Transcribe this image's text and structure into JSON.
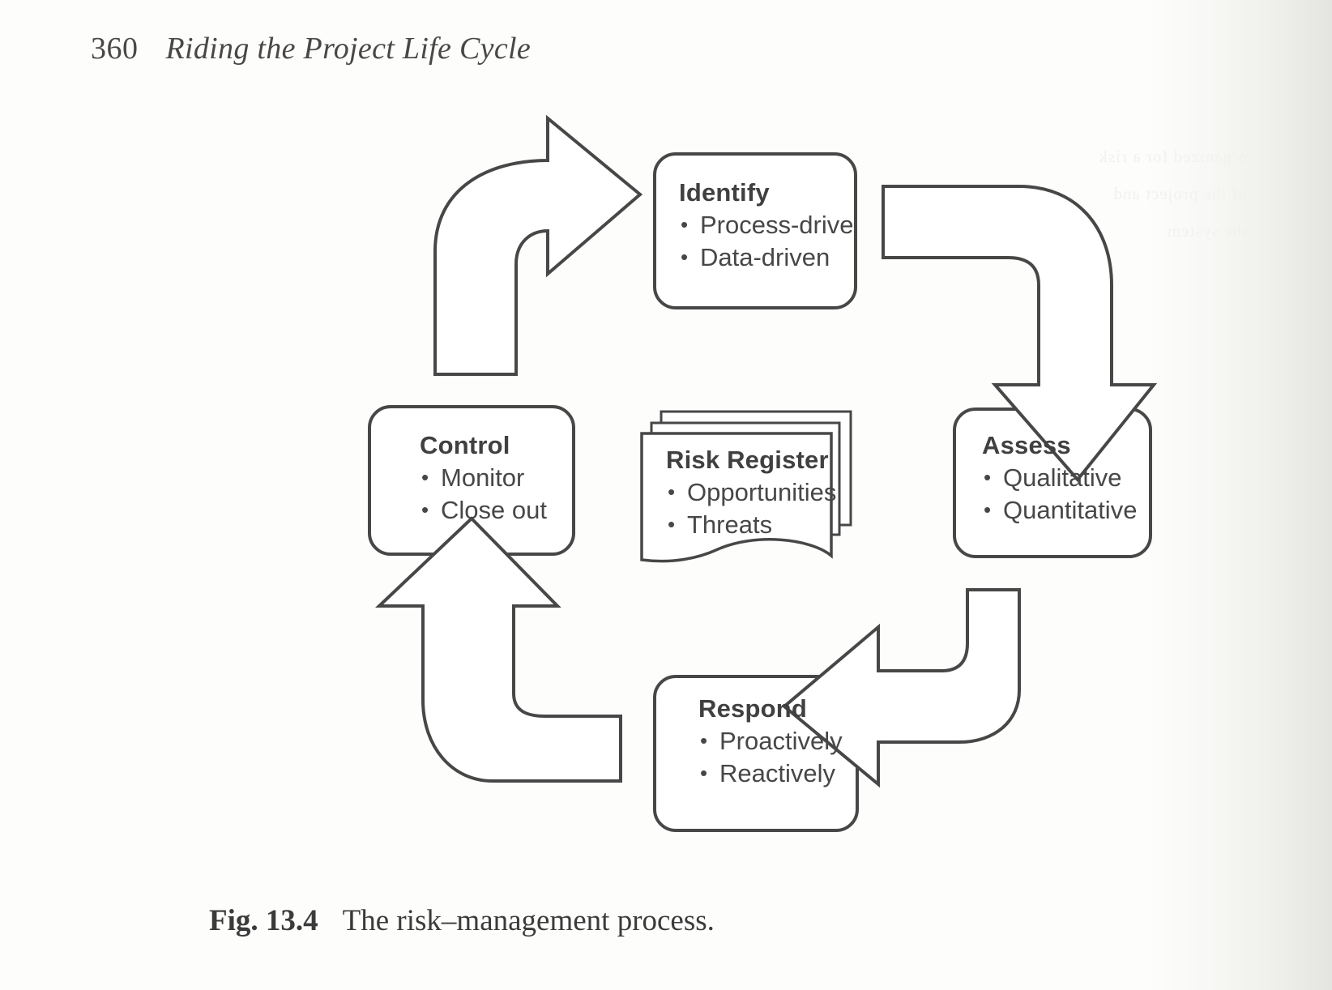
{
  "page": {
    "folio": "360",
    "running_title": "Riding the Project Life Cycle",
    "bleed_text": "organized for a risk of the project and the system"
  },
  "figure": {
    "caption_label": "Fig. 13.4",
    "caption_text": "The risk–management process.",
    "stroke_color": "#474747",
    "fill_color": "#ffffff",
    "nodes": [
      {
        "id": "identify",
        "title": "Identify",
        "items": [
          "Process-drive",
          "Data-driven"
        ]
      },
      {
        "id": "assess",
        "title": "Assess",
        "items": [
          "Qualitative",
          "Quantitative"
        ]
      },
      {
        "id": "respond",
        "title": "Respond",
        "items": [
          "Proactively",
          "Reactively"
        ]
      },
      {
        "id": "control",
        "title": "Control",
        "items": [
          "Monitor",
          "Close out"
        ]
      },
      {
        "id": "risk-register",
        "title": "Risk Register",
        "items": [
          "Opportunities",
          "Threats"
        ]
      }
    ],
    "arrows": [
      {
        "id": "control-to-identify",
        "from": "Control",
        "to": "Identify",
        "direction": "up-right"
      },
      {
        "id": "identify-to-assess",
        "from": "Identify",
        "to": "Assess",
        "direction": "right-down"
      },
      {
        "id": "assess-to-respond",
        "from": "Assess",
        "to": "Respond",
        "direction": "down-left"
      },
      {
        "id": "respond-to-control",
        "from": "Respond",
        "to": "Control",
        "direction": "left-up"
      }
    ]
  }
}
